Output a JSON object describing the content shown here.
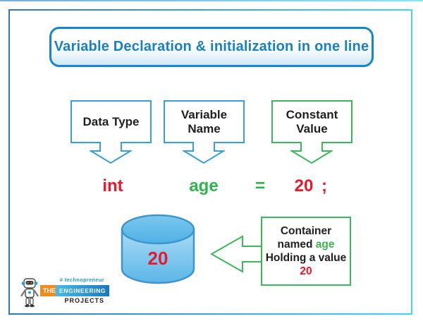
{
  "title": {
    "text": "Variable Declaration & initialization in one line"
  },
  "pointer_boxes": [
    {
      "line1": "Data Type",
      "line2": "",
      "border_color": "#36a0d8"
    },
    {
      "line1": "Variable",
      "line2": "Name",
      "border_color": "#36a0d8"
    },
    {
      "line1": "Constant",
      "line2": "Value",
      "border_color": "#3cb85c"
    }
  ],
  "code_line": {
    "datatype": "int",
    "variable": "age",
    "operator": "=",
    "value": "20",
    "terminator": ";"
  },
  "cylinder": {
    "value": "20"
  },
  "note_box": {
    "line1": "Container",
    "line2_prefix": "named ",
    "line2_highlight": "age",
    "line3": "Holding a value",
    "line4": "20"
  },
  "logo": {
    "hashtag": "# technopreneur",
    "word_the": "THE",
    "word_engineering": "ENGINEERING",
    "word_projects": "PROJECTS"
  },
  "colors": {
    "title_blue": "#1a80c4",
    "box_blue": "#36a0d8",
    "green": "#3cb85c",
    "code_green": "#2eb44f",
    "red": "#e8192c",
    "frame_gradient_left": "#2f79b7",
    "frame_gradient_right": "#3fd7f1",
    "cylinder_fill_light": "#aadcf4",
    "cylinder_fill_dark": "#5cb6e8",
    "logo_orange": "#f08c1e",
    "logo_blue": "#1e9cd8"
  }
}
